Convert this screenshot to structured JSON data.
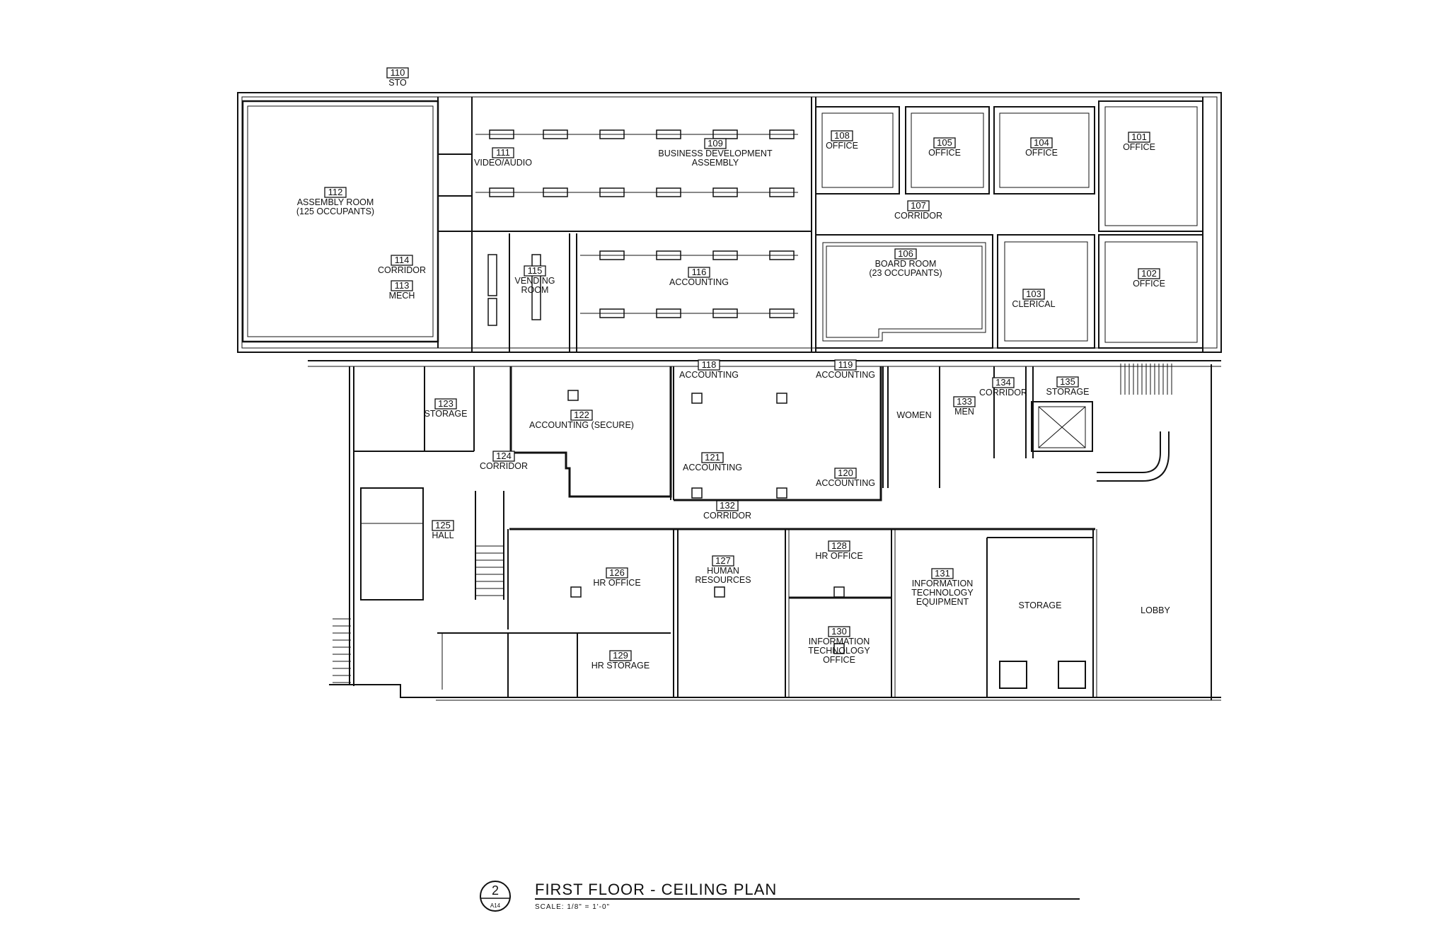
{
  "drawing": {
    "title": "FIRST FLOOR - CEILING PLAN",
    "scale": "SCALE: 1/8\" = 1'-0\"",
    "detail_number": "2",
    "sheet_number": "A14"
  },
  "rooms": [
    {
      "id": "r110",
      "number": "110",
      "name": [
        "STO"
      ]
    },
    {
      "id": "r111",
      "number": "111",
      "name": [
        "VIDEO/AUDIO"
      ]
    },
    {
      "id": "r109",
      "number": "109",
      "name": [
        "BUSINESS DEVELOPMENT",
        "ASSEMBLY"
      ]
    },
    {
      "id": "r108",
      "number": "108",
      "name": [
        "OFFICE"
      ]
    },
    {
      "id": "r105",
      "number": "105",
      "name": [
        "OFFICE"
      ]
    },
    {
      "id": "r104",
      "number": "104",
      "name": [
        "OFFICE"
      ]
    },
    {
      "id": "r101",
      "number": "101",
      "name": [
        "OFFICE"
      ]
    },
    {
      "id": "r112",
      "number": "112",
      "name": [
        "ASSEMBLY ROOM",
        "(125 OCCUPANTS)"
      ]
    },
    {
      "id": "r107",
      "number": "107",
      "name": [
        "CORRIDOR"
      ]
    },
    {
      "id": "r114",
      "number": "114",
      "name": [
        "CORRIDOR"
      ]
    },
    {
      "id": "r113",
      "number": "113",
      "name": [
        "MECH"
      ]
    },
    {
      "id": "r115",
      "number": "115",
      "name": [
        "VENDING",
        "ROOM"
      ]
    },
    {
      "id": "r116",
      "number": "116",
      "name": [
        "ACCOUNTING"
      ]
    },
    {
      "id": "r106",
      "number": "106",
      "name": [
        "BOARD ROOM",
        "(23 OCCUPANTS)"
      ]
    },
    {
      "id": "r103",
      "number": "103",
      "name": [
        "CLERICAL"
      ]
    },
    {
      "id": "r102",
      "number": "102",
      "name": [
        "OFFICE"
      ]
    },
    {
      "id": "r118",
      "number": "118",
      "name": [
        "ACCOUNTING"
      ]
    },
    {
      "id": "r119",
      "number": "119",
      "name": [
        "ACCOUNTING"
      ]
    },
    {
      "id": "r123",
      "number": "123",
      "name": [
        "STORAGE"
      ]
    },
    {
      "id": "r122",
      "number": "122",
      "name": [
        "ACCOUNTING (SECURE)"
      ]
    },
    {
      "id": "r133",
      "number": "133",
      "name": [
        "MEN"
      ]
    },
    {
      "id": "r134",
      "number": "134",
      "name": [
        "CORRIDOR"
      ]
    },
    {
      "id": "r135",
      "number": "135",
      "name": [
        "STORAGE"
      ]
    },
    {
      "id": "r124",
      "number": "124",
      "name": [
        "CORRIDOR"
      ]
    },
    {
      "id": "r121",
      "number": "121",
      "name": [
        "ACCOUNTING"
      ]
    },
    {
      "id": "r120",
      "number": "120",
      "name": [
        "ACCOUNTING"
      ]
    },
    {
      "id": "r132",
      "number": "132",
      "name": [
        "CORRIDOR"
      ]
    },
    {
      "id": "r125",
      "number": "125",
      "name": [
        "HALL"
      ]
    },
    {
      "id": "r126",
      "number": "126",
      "name": [
        "HR OFFICE"
      ]
    },
    {
      "id": "r127",
      "number": "127",
      "name": [
        "HUMAN",
        "RESOURCES"
      ]
    },
    {
      "id": "r128",
      "number": "128",
      "name": [
        "HR OFFICE"
      ]
    },
    {
      "id": "r131",
      "number": "131",
      "name": [
        "INFORMATION",
        "TECHNOLOGY",
        "EQUIPMENT"
      ]
    },
    {
      "id": "r130",
      "number": "130",
      "name": [
        "INFORMATION",
        "TECHNOLOGY",
        "OFFICE"
      ]
    },
    {
      "id": "r129",
      "number": "129",
      "name": [
        "HR STORAGE"
      ]
    }
  ],
  "labels": [
    {
      "id": "women",
      "text": "WOMEN"
    },
    {
      "id": "storage",
      "text": "STORAGE"
    },
    {
      "id": "lobby",
      "text": "LOBBY"
    }
  ]
}
